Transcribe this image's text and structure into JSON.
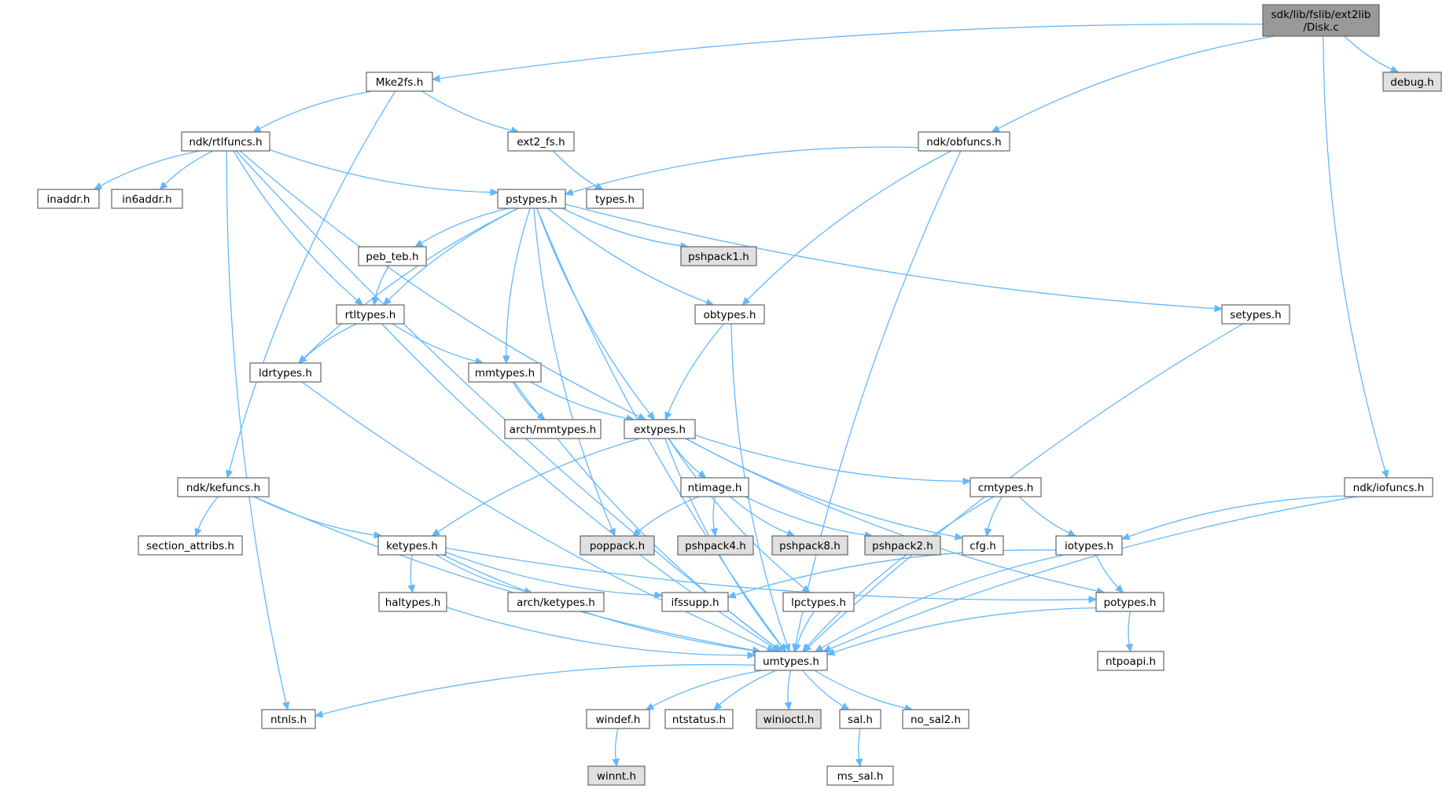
{
  "colors": {
    "edge": "#63b8ff",
    "node_fill": "#ffffff",
    "node_stroke": "#666666",
    "external_fill": "#e0e0e0",
    "root_fill": "#999999"
  },
  "nodes": [
    {
      "id": "disk_c",
      "lines": [
        "sdk/lib/fslib/ext2lib",
        "/Disk.c"
      ],
      "kind": "root"
    },
    {
      "id": "mke2fs_h",
      "lines": [
        "Mke2fs.h"
      ],
      "kind": "normal"
    },
    {
      "id": "debug_h",
      "lines": [
        "debug.h"
      ],
      "kind": "external"
    },
    {
      "id": "ndk_rtlfuncs_h",
      "lines": [
        "ndk/rtlfuncs.h"
      ],
      "kind": "normal"
    },
    {
      "id": "ext2_fs_h",
      "lines": [
        "ext2_fs.h"
      ],
      "kind": "normal"
    },
    {
      "id": "ndk_obfuncs_h",
      "lines": [
        "ndk/obfuncs.h"
      ],
      "kind": "normal"
    },
    {
      "id": "inaddr_h",
      "lines": [
        "inaddr.h"
      ],
      "kind": "normal"
    },
    {
      "id": "in6addr_h",
      "lines": [
        "in6addr.h"
      ],
      "kind": "normal"
    },
    {
      "id": "pstypes_h",
      "lines": [
        "pstypes.h"
      ],
      "kind": "normal"
    },
    {
      "id": "types_h",
      "lines": [
        "types.h"
      ],
      "kind": "normal"
    },
    {
      "id": "peb_teb_h",
      "lines": [
        "peb_teb.h"
      ],
      "kind": "normal"
    },
    {
      "id": "pshpack1_h",
      "lines": [
        "pshpack1.h"
      ],
      "kind": "external"
    },
    {
      "id": "rtltypes_h",
      "lines": [
        "rtltypes.h"
      ],
      "kind": "normal"
    },
    {
      "id": "obtypes_h",
      "lines": [
        "obtypes.h"
      ],
      "kind": "normal"
    },
    {
      "id": "setypes_h",
      "lines": [
        "setypes.h"
      ],
      "kind": "normal"
    },
    {
      "id": "ldrtypes_h",
      "lines": [
        "ldrtypes.h"
      ],
      "kind": "normal"
    },
    {
      "id": "mmtypes_h",
      "lines": [
        "mmtypes.h"
      ],
      "kind": "normal"
    },
    {
      "id": "arch_mmtypes_h",
      "lines": [
        "arch/mmtypes.h"
      ],
      "kind": "normal"
    },
    {
      "id": "extypes_h",
      "lines": [
        "extypes.h"
      ],
      "kind": "normal"
    },
    {
      "id": "ndk_kefuncs_h",
      "lines": [
        "ndk/kefuncs.h"
      ],
      "kind": "normal"
    },
    {
      "id": "ntimage_h",
      "lines": [
        "ntimage.h"
      ],
      "kind": "normal"
    },
    {
      "id": "cmtypes_h",
      "lines": [
        "cmtypes.h"
      ],
      "kind": "normal"
    },
    {
      "id": "ndk_iofuncs_h",
      "lines": [
        "ndk/iofuncs.h"
      ],
      "kind": "normal"
    },
    {
      "id": "section_attribs_h",
      "lines": [
        "section_attribs.h"
      ],
      "kind": "normal"
    },
    {
      "id": "ketypes_h",
      "lines": [
        "ketypes.h"
      ],
      "kind": "normal"
    },
    {
      "id": "poppack_h",
      "lines": [
        "poppack.h"
      ],
      "kind": "external"
    },
    {
      "id": "pshpack4_h",
      "lines": [
        "pshpack4.h"
      ],
      "kind": "external"
    },
    {
      "id": "pshpack8_h",
      "lines": [
        "pshpack8.h"
      ],
      "kind": "external"
    },
    {
      "id": "pshpack2_h",
      "lines": [
        "pshpack2.h"
      ],
      "kind": "external"
    },
    {
      "id": "cfg_h",
      "lines": [
        "cfg.h"
      ],
      "kind": "normal"
    },
    {
      "id": "iotypes_h",
      "lines": [
        "iotypes.h"
      ],
      "kind": "normal"
    },
    {
      "id": "haltypes_h",
      "lines": [
        "haltypes.h"
      ],
      "kind": "normal"
    },
    {
      "id": "arch_ketypes_h",
      "lines": [
        "arch/ketypes.h"
      ],
      "kind": "normal"
    },
    {
      "id": "ifssupp_h",
      "lines": [
        "ifssupp.h"
      ],
      "kind": "normal"
    },
    {
      "id": "lpctypes_h",
      "lines": [
        "lpctypes.h"
      ],
      "kind": "normal"
    },
    {
      "id": "potypes_h",
      "lines": [
        "potypes.h"
      ],
      "kind": "normal"
    },
    {
      "id": "umtypes_h",
      "lines": [
        "umtypes.h"
      ],
      "kind": "normal"
    },
    {
      "id": "ntpoapi_h",
      "lines": [
        "ntpoapi.h"
      ],
      "kind": "normal"
    },
    {
      "id": "ntnls_h",
      "lines": [
        "ntnls.h"
      ],
      "kind": "normal"
    },
    {
      "id": "windef_h",
      "lines": [
        "windef.h"
      ],
      "kind": "normal"
    },
    {
      "id": "ntstatus_h",
      "lines": [
        "ntstatus.h"
      ],
      "kind": "normal"
    },
    {
      "id": "winioctl_h",
      "lines": [
        "winioctl.h"
      ],
      "kind": "external"
    },
    {
      "id": "sal_h",
      "lines": [
        "sal.h"
      ],
      "kind": "normal"
    },
    {
      "id": "no_sal2_h",
      "lines": [
        "no_sal2.h"
      ],
      "kind": "normal"
    },
    {
      "id": "winnt_h",
      "lines": [
        "winnt.h"
      ],
      "kind": "external"
    },
    {
      "id": "ms_sal_h",
      "lines": [
        "ms_sal.h"
      ],
      "kind": "normal"
    }
  ],
  "edges": [
    [
      "disk_c",
      "mke2fs_h"
    ],
    [
      "disk_c",
      "debug_h"
    ],
    [
      "disk_c",
      "ndk_obfuncs_h"
    ],
    [
      "disk_c",
      "ndk_iofuncs_h"
    ],
    [
      "mke2fs_h",
      "ndk_rtlfuncs_h"
    ],
    [
      "mke2fs_h",
      "ext2_fs_h"
    ],
    [
      "mke2fs_h",
      "ndk_kefuncs_h"
    ],
    [
      "ndk_rtlfuncs_h",
      "inaddr_h"
    ],
    [
      "ndk_rtlfuncs_h",
      "in6addr_h"
    ],
    [
      "ndk_rtlfuncs_h",
      "pstypes_h"
    ],
    [
      "ndk_rtlfuncs_h",
      "rtltypes_h"
    ],
    [
      "ndk_rtlfuncs_h",
      "extypes_h"
    ],
    [
      "ndk_rtlfuncs_h",
      "umtypes_h"
    ],
    [
      "ndk_rtlfuncs_h",
      "ntnls_h"
    ],
    [
      "ext2_fs_h",
      "types_h"
    ],
    [
      "ndk_obfuncs_h",
      "pstypes_h"
    ],
    [
      "ndk_obfuncs_h",
      "obtypes_h"
    ],
    [
      "ndk_obfuncs_h",
      "umtypes_h"
    ],
    [
      "pstypes_h",
      "peb_teb_h"
    ],
    [
      "pstypes_h",
      "pshpack1_h"
    ],
    [
      "pstypes_h",
      "rtltypes_h"
    ],
    [
      "pstypes_h",
      "obtypes_h"
    ],
    [
      "pstypes_h",
      "setypes_h"
    ],
    [
      "pstypes_h",
      "ldrtypes_h"
    ],
    [
      "pstypes_h",
      "mmtypes_h"
    ],
    [
      "pstypes_h",
      "extypes_h"
    ],
    [
      "pstypes_h",
      "poppack_h"
    ],
    [
      "pstypes_h",
      "umtypes_h"
    ],
    [
      "peb_teb_h",
      "rtltypes_h"
    ],
    [
      "rtltypes_h",
      "ldrtypes_h"
    ],
    [
      "rtltypes_h",
      "mmtypes_h"
    ],
    [
      "rtltypes_h",
      "umtypes_h"
    ],
    [
      "obtypes_h",
      "extypes_h"
    ],
    [
      "obtypes_h",
      "umtypes_h"
    ],
    [
      "setypes_h",
      "umtypes_h"
    ],
    [
      "ldrtypes_h",
      "umtypes_h"
    ],
    [
      "mmtypes_h",
      "arch_mmtypes_h"
    ],
    [
      "mmtypes_h",
      "extypes_h"
    ],
    [
      "mmtypes_h",
      "umtypes_h"
    ],
    [
      "extypes_h",
      "ketypes_h"
    ],
    [
      "extypes_h",
      "ntimage_h"
    ],
    [
      "extypes_h",
      "cmtypes_h"
    ],
    [
      "extypes_h",
      "cfg_h"
    ],
    [
      "extypes_h",
      "potypes_h"
    ],
    [
      "extypes_h",
      "lpctypes_h"
    ],
    [
      "extypes_h",
      "umtypes_h"
    ],
    [
      "ndk_kefuncs_h",
      "section_attribs_h"
    ],
    [
      "ndk_kefuncs_h",
      "ketypes_h"
    ],
    [
      "ndk_kefuncs_h",
      "umtypes_h"
    ],
    [
      "ntimage_h",
      "poppack_h"
    ],
    [
      "ntimage_h",
      "pshpack4_h"
    ],
    [
      "ntimage_h",
      "pshpack8_h"
    ],
    [
      "ntimage_h",
      "pshpack2_h"
    ],
    [
      "cmtypes_h",
      "cfg_h"
    ],
    [
      "cmtypes_h",
      "iotypes_h"
    ],
    [
      "cmtypes_h",
      "umtypes_h"
    ],
    [
      "ndk_iofuncs_h",
      "iotypes_h"
    ],
    [
      "ndk_iofuncs_h",
      "umtypes_h"
    ],
    [
      "ketypes_h",
      "haltypes_h"
    ],
    [
      "ketypes_h",
      "arch_ketypes_h"
    ],
    [
      "ketypes_h",
      "ifssupp_h"
    ],
    [
      "ketypes_h",
      "potypes_h"
    ],
    [
      "ketypes_h",
      "umtypes_h"
    ],
    [
      "iotypes_h",
      "ifssupp_h"
    ],
    [
      "iotypes_h",
      "potypes_h"
    ],
    [
      "iotypes_h",
      "umtypes_h"
    ],
    [
      "haltypes_h",
      "umtypes_h"
    ],
    [
      "lpctypes_h",
      "umtypes_h"
    ],
    [
      "potypes_h",
      "ntpoapi_h"
    ],
    [
      "potypes_h",
      "umtypes_h"
    ],
    [
      "umtypes_h",
      "ntnls_h"
    ],
    [
      "umtypes_h",
      "windef_h"
    ],
    [
      "umtypes_h",
      "ntstatus_h"
    ],
    [
      "umtypes_h",
      "winioctl_h"
    ],
    [
      "umtypes_h",
      "sal_h"
    ],
    [
      "umtypes_h",
      "no_sal2_h"
    ],
    [
      "windef_h",
      "winnt_h"
    ],
    [
      "sal_h",
      "ms_sal_h"
    ]
  ]
}
